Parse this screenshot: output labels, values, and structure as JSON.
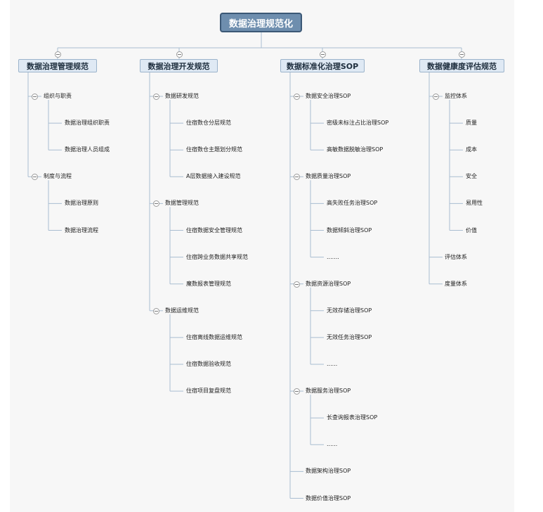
{
  "root": "数据治理规范化",
  "branches": [
    {
      "label": "数据治理管理规范",
      "children": [
        {
          "label": "组织与职责",
          "children": [
            "数据治理组织职责",
            "数据治理人员组成"
          ]
        },
        {
          "label": "制度与流程",
          "children": [
            "数据治理原则",
            "数据治理流程"
          ]
        }
      ]
    },
    {
      "label": "数据治理开发规范",
      "children": [
        {
          "label": "数据研发规范",
          "children": [
            "住宿数仓分层规范",
            "住宿数仓主题划分规范",
            "A层数据接入建设规范"
          ]
        },
        {
          "label": "数据管理规范",
          "children": [
            "住宿数据安全管理规范",
            "住宿跨业务数据共享规范",
            "魔数报表管理规范"
          ]
        },
        {
          "label": "数据运维规范",
          "children": [
            "住宿离线数据运维规范",
            "住宿数据验收规范",
            "住宿项目复盘规范"
          ]
        }
      ]
    },
    {
      "label": "数据标准化治理SOP",
      "children": [
        {
          "label": "数据安全治理SOP",
          "children": [
            "密级未标注占比治理SOP",
            "高敏数据脱敏治理SOP"
          ]
        },
        {
          "label": "数据质量治理SOP",
          "children": [
            "高失败任务治理SOP",
            "数据倾斜治理SOP",
            "......."
          ]
        },
        {
          "label": "数据资源治理SOP",
          "children": [
            "无效存储治理SOP",
            "无效任务治理SOP",
            "......"
          ]
        },
        {
          "label": "数据服务治理SOP",
          "children": [
            "长查询报表治理SOP",
            "......"
          ]
        },
        {
          "label": "数据架构治理SOP",
          "children": []
        },
        {
          "label": "数据价值治理SOP",
          "children": []
        }
      ]
    },
    {
      "label": "数据健康度评估规范",
      "children": [
        {
          "label": "监控体系",
          "children": [
            "质量",
            "成本",
            "安全",
            "易用性",
            "价值"
          ]
        },
        {
          "label": "评估体系",
          "children": []
        },
        {
          "label": "度量体系",
          "children": []
        }
      ]
    }
  ]
}
